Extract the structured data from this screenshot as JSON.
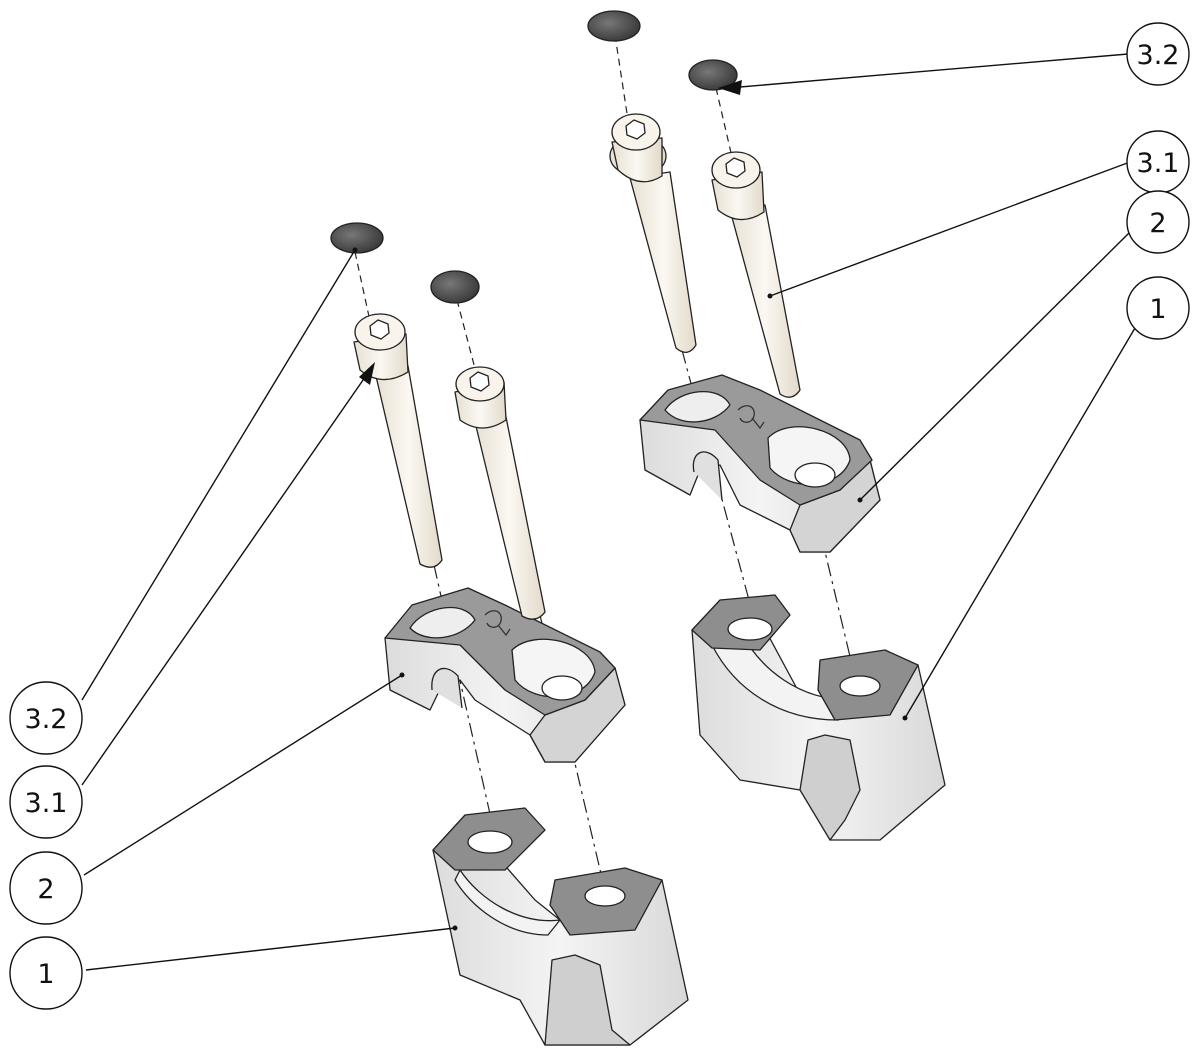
{
  "balloons": {
    "right_3_2": "3.2",
    "right_3_1": "3.1",
    "right_2": "2",
    "right_1": "1",
    "left_3_2": "3.2",
    "left_3_1": "3.1",
    "left_2": "2",
    "left_1": "1"
  },
  "colors": {
    "clamp_top": "#8e8e8e",
    "clamp_face": "#e9e9e9",
    "clamp_shade": "#d2d2d2",
    "bolt": "#f5f0e6",
    "cap": "#555555"
  }
}
